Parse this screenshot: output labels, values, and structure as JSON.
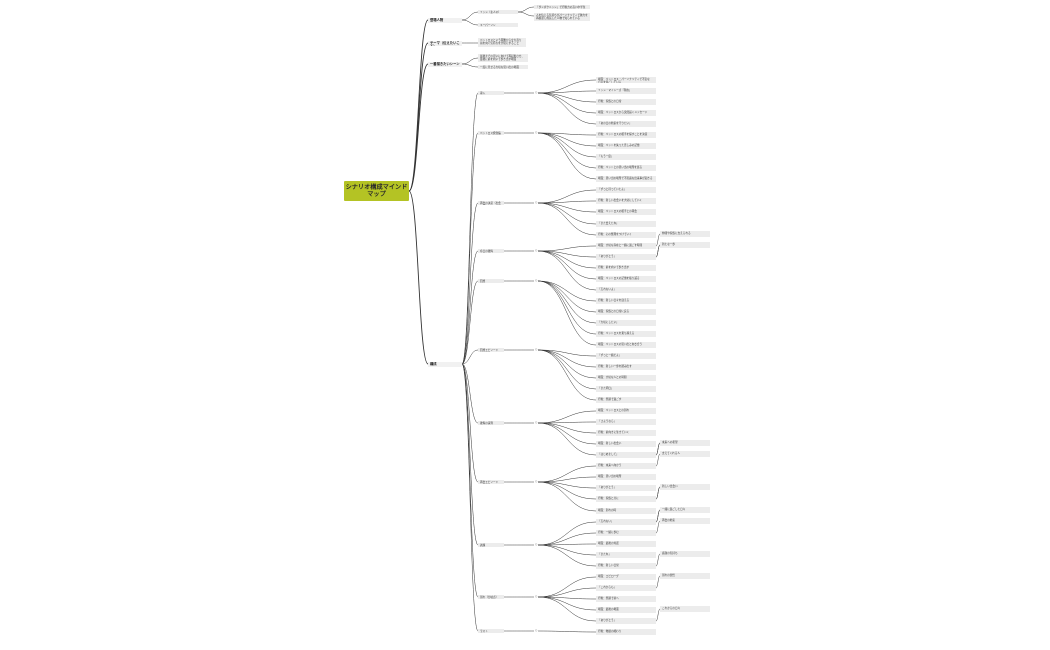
{
  "root": "シナリオ構成マインドマップ",
  "branches": {
    "characters": {
      "label": "登場人物",
      "items": [
        "ミッシ（主人公）",
        "キーパーソン"
      ],
      "sub": [
        "「ダンボクニッシ」で行動力の高い中学生",
        "人を信じる気持ちがパーソナリティで魅力を再確認し成長した人物で知られている"
      ]
    },
    "theme": {
      "label": "テーマ（伝えたいこと）",
      "items": [
        "ペットロスという困難から立ち直り前を向く気持ちを大切にすること"
      ]
    },
    "scenes": {
      "label": "一番描きたいシーン",
      "items": [
        "最後までの思いに向けて再起動させ、最後に前を向いて歩き出す場面",
        "一度に見せる大切な思い出の場面"
      ]
    },
    "structure": {
      "label": "構成",
      "sections": [
        "導入",
        "ペットロス発覚編",
        "再会の決意（出会い編）",
        "命日の後悔",
        "回想",
        "回想エピソード",
        "後悔の清算",
        "再会エピソード",
        "試練",
        "別れ（分岐点）",
        "ラスト"
      ],
      "beats": [
        "場面：ペットロス・パーソナリティで不安な日々を過ごしている",
        "ミッシ・マイシーズ「現在」",
        "行動：家族との日常",
        "場面：ペットロスから突然届くメッセージ",
        "「あの日の約束を守りたい」",
        "行動：ペットロスの相手を探すことを決意",
        "場面：ペットを失った悲しみの記憶",
        "「もう一度」",
        "行動：ペットとの思い出の場所を巡る",
        "場面：思い出の場所で不思議な出来事が起きる",
        "「ずっと待っていたよ」",
        "行動：新しい出会いを大切にしていく",
        "場面：ペットロスの相手との再会",
        "「また会えたね」",
        "行動：心の整理をつけていく",
        "場面：大切な存在と一緒に過ごす時間",
        "「ありがとう」",
        "行動：前を向いて歩き出す",
        "場面：ペットロスの記憶を振り返る",
        "「忘れないよ」",
        "行動：新しい日々を迎える",
        "場面：家族との日常に戻る",
        "「大切にしたい」",
        "行動：ペットロスを乗り越える",
        "場面：ペットロスの思い出と向き合う",
        "「ずっと一緒だよ」",
        "行動：新しい一歩を踏み出す",
        "場面：大切な人との時間",
        "「また明日」",
        "行動：笑顔で過ごす",
        "場面：ペットロスとの別れ",
        "「さようなら」",
        "行動：前向きに生きていく",
        "場面：新しい出会い",
        "「はじめまして」",
        "行動：未来へ向かう",
        "場面：思い出の場所",
        "「ありがとう」",
        "行動：家族と共に",
        "場面：別れの時",
        "「忘れない」",
        "行動：一緒に歩む",
        "場面：最後の対話",
        "「またね」",
        "行動：新しい日常",
        "場面：エピローグ",
        "「これからも」",
        "行動：笑顔で前へ",
        "場面：最後の場面",
        "「ありがとう」",
        "行動：物語の終わり"
      ],
      "notes": [
        "仲間や家族に支えられる",
        "思い出を胸に",
        "新たな一歩",
        "大切な記憶",
        "未来への希望",
        "支えてくれる人",
        "前を向く勇気",
        "新しい出会い",
        "心の整理",
        "一緒に過ごした日々",
        "再会の約束",
        "感謝の気持ち",
        "別れの覚悟",
        "これからの日々"
      ]
    }
  }
}
